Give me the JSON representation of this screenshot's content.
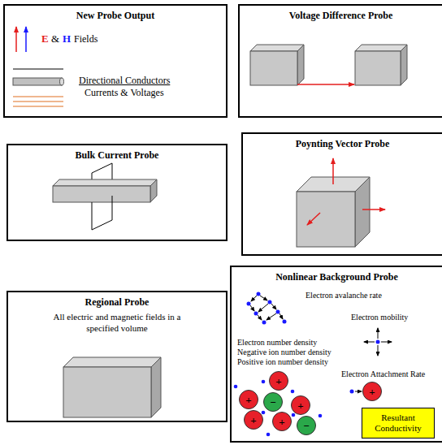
{
  "diagram": {
    "nodes": [
      {
        "text": [
          "New Probe Output"
        ]
      },
      {
        "text": [
          "Voltage Difference Probe"
        ]
      },
      {
        "text": [
          "Bulk Current Probe"
        ]
      },
      {
        "text": [
          "Poynting Vector Probe"
        ]
      },
      {
        "text": [
          "Regional Probe",
          "All electric and magnetic fields in a specified volume"
        ]
      },
      {
        "text": [
          "Nonlinear Background Probe"
        ]
      },
      {
        "text": [
          "+"
        ],
        "in": 5
      },
      {
        "text": [
          "+"
        ],
        "in": 5
      },
      {
        "text": [
          "+"
        ],
        "in": 5
      },
      {
        "text": [
          "−"
        ],
        "in": 5
      },
      {
        "text": [
          "+"
        ],
        "in": 5
      },
      {
        "text": [
          "+"
        ],
        "in": 5
      },
      {
        "text": [
          "+"
        ],
        "in": 5
      },
      {
        "text": [
          "−"
        ],
        "in": 5
      },
      {
        "text": [
          "Resultant Conductivity"
        ],
        "in": 5
      }
    ],
    "labels": [
      "E",
      "&",
      "H",
      "Fields",
      "Directional Conductors",
      "Currents & Voltages",
      "Electron avalanche rate",
      "Electron mobility",
      "Electron number density",
      "Negative ion number density",
      "Positive ion number density",
      "Electron Attachment Rate"
    ]
  }
}
